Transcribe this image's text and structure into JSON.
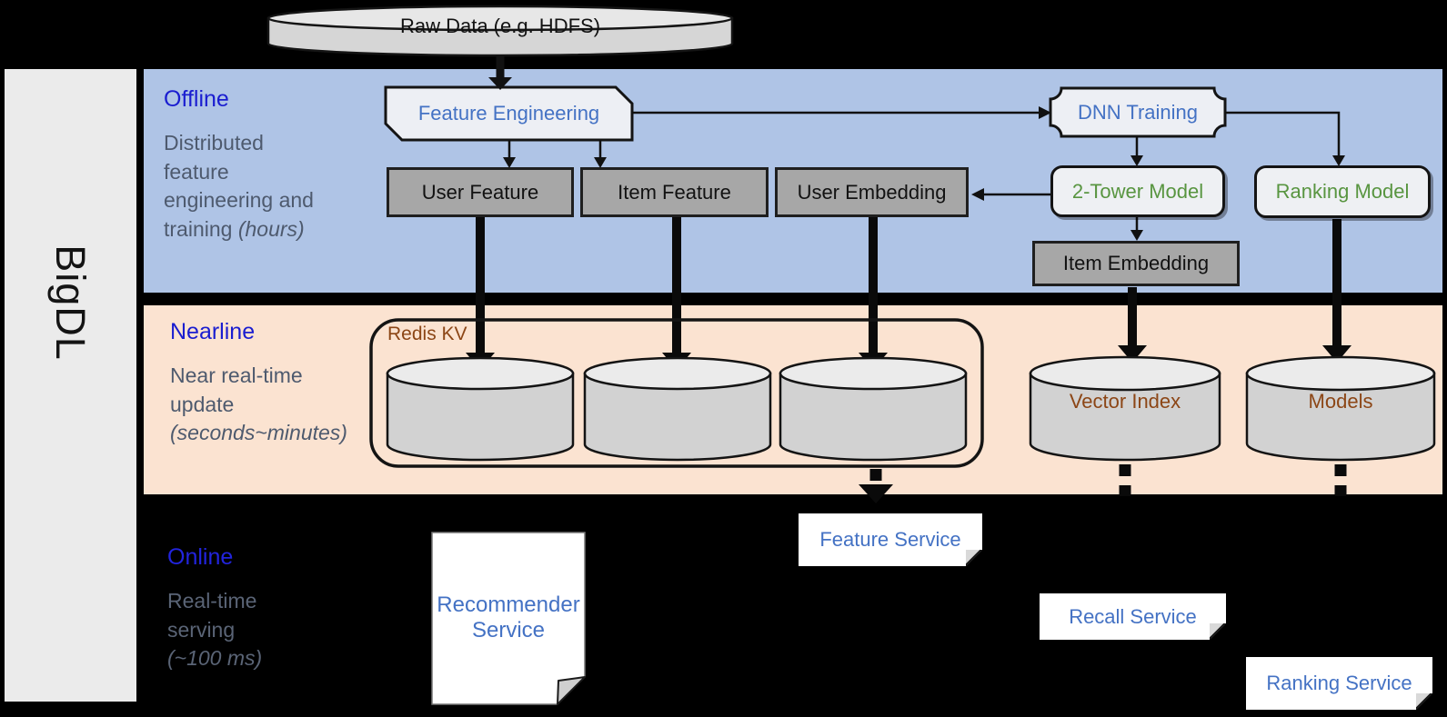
{
  "brand": {
    "label": "BigDL"
  },
  "source": {
    "label": "Raw Data (e.g. HDFS)"
  },
  "sections": {
    "offline": {
      "title": "Offline",
      "desc": "Distributed feature engineering and training",
      "note": "(hours)"
    },
    "nearline": {
      "title": "Nearline",
      "desc": "Near real-time update",
      "note": "(seconds~minutes)"
    },
    "online": {
      "title": "Online",
      "desc": "Real-time serving",
      "note": "(~100 ms)"
    }
  },
  "nodes": {
    "feature_engineering": "Feature Engineering",
    "dnn_training": "DNN Training",
    "user_feature": "User Feature",
    "item_feature": "Item Feature",
    "user_embedding": "User Embedding",
    "two_tower_model": "2-Tower Model",
    "ranking_model": "Ranking Model",
    "item_embedding": "Item Embedding",
    "redis_kv": "Redis KV",
    "vector_index": "Vector Index",
    "models": "Models",
    "recommender_service": "Recommender Service",
    "feature_service": "Feature Service",
    "recall_service": "Recall Service",
    "ranking_service": "Ranking Service"
  },
  "colors": {
    "offline_band": "#afc4e6",
    "nearline_band": "#fbe3d1",
    "online_band": "#000000",
    "brand_band": "#ebebeb",
    "section_title_blue": "#1a1dd0",
    "section_desc_gray": "#4e5a6e",
    "node_text_blue": "#4472c4",
    "node_text_green": "#589540",
    "node_text_brown": "#8c4616",
    "gray_box_fill": "#a7a7a7",
    "cylinder_fill": "#d2d2d2"
  }
}
